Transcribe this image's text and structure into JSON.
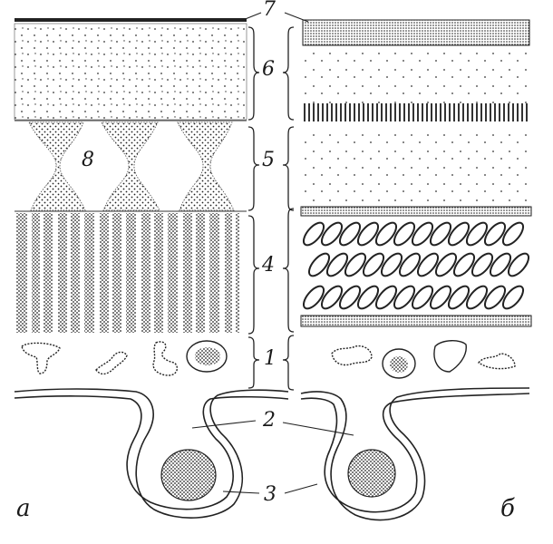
{
  "labels": {
    "n1": "1",
    "n2": "2",
    "n3": "3",
    "n4": "4",
    "n5": "5",
    "n6": "6",
    "n7": "7",
    "n8": "8",
    "panel_a": "а",
    "panel_b": "б"
  },
  "colors": {
    "ink": "#1a1a1a",
    "paper": "#ffffff",
    "stipple": "#333333"
  }
}
